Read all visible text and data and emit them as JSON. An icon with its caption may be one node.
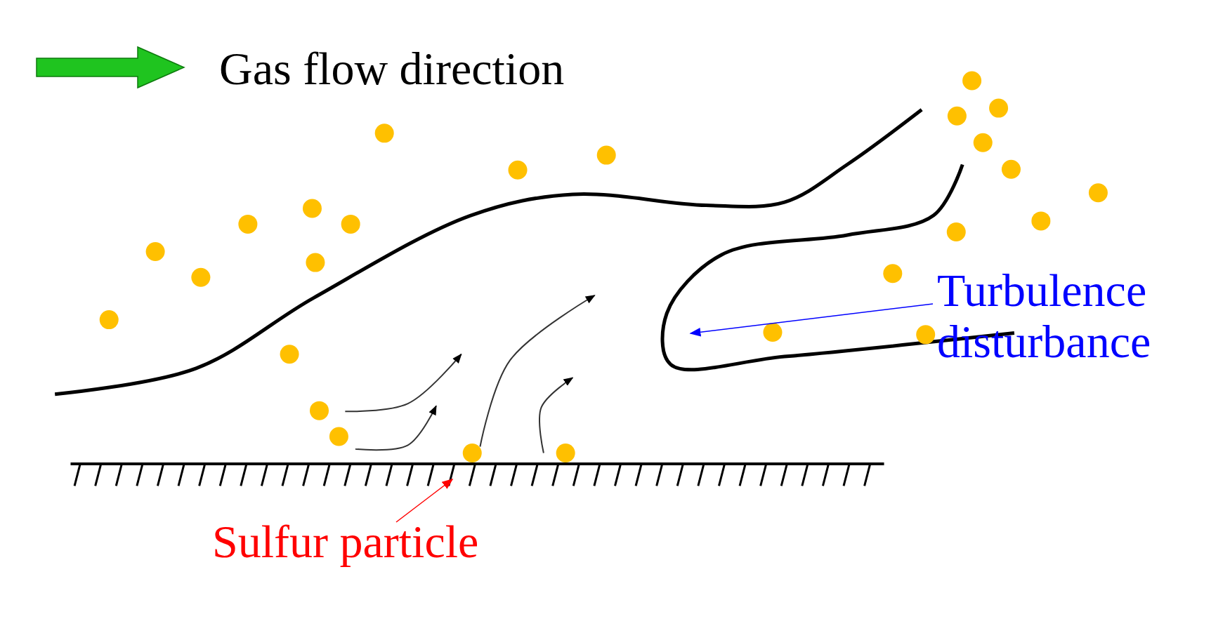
{
  "diagram": {
    "nodes": [
      {
        "text": [
          "Turbulence disturbance"
        ]
      },
      {
        "text": [],
        "shape": "curve"
      },
      {
        "text": [],
        "shape": "wall"
      },
      {
        "text": [
          "Sulfur particle"
        ]
      }
    ],
    "edges": [
      {
        "from": 0,
        "to": 1,
        "arrow": "to",
        "color": "#0000ff"
      },
      {
        "from": 3,
        "to": 2,
        "arrow": "to",
        "color": "#ff0000"
      }
    ],
    "labels": [
      "Gas flow direction"
    ]
  }
}
